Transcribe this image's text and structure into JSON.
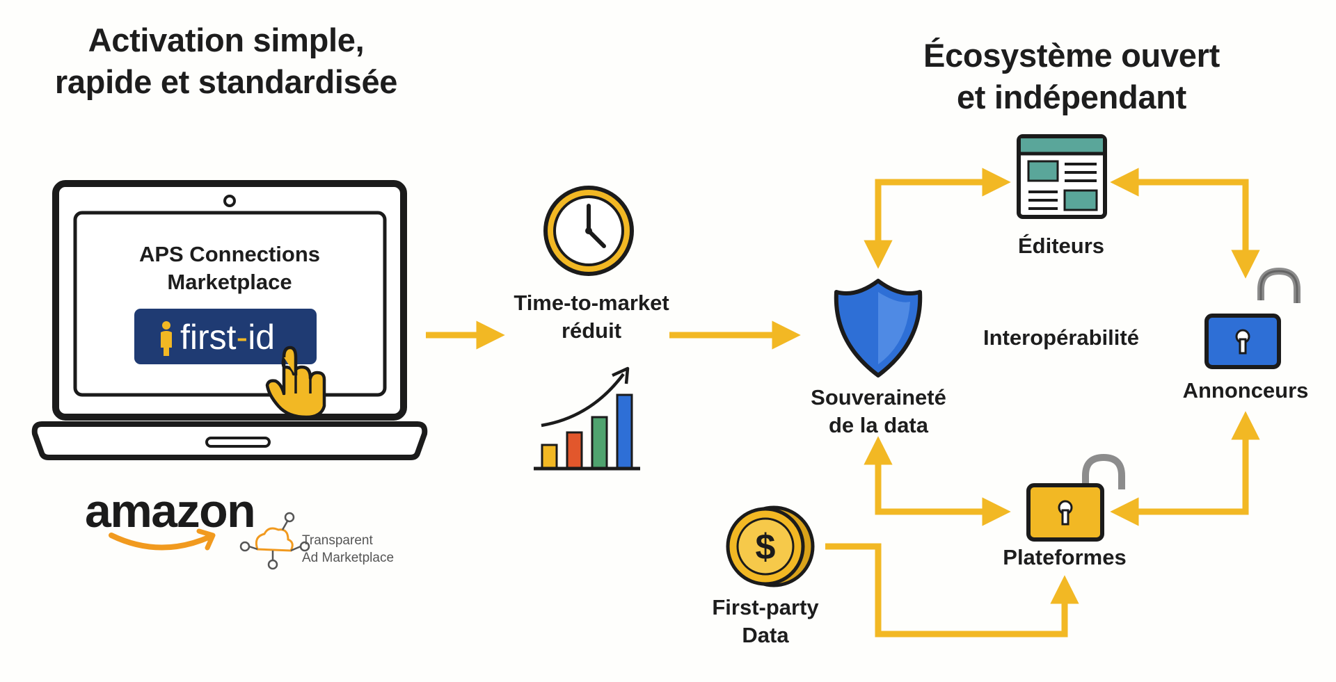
{
  "headings": {
    "left": [
      "Activation simple,",
      "rapide et standardisée"
    ],
    "right": [
      "Écosystème ouvert",
      "et indépendant"
    ]
  },
  "laptop": {
    "title": [
      "APS Connections",
      "Marketplace"
    ],
    "button_label_main": "first",
    "button_label_dash": "-",
    "button_label_id": "id"
  },
  "branding": {
    "amazon": "amazon",
    "tam": [
      "Transparent",
      "Ad Marketplace"
    ]
  },
  "middle": {
    "time_to_market": [
      "Time-to-market",
      "réduit"
    ]
  },
  "ecosystem": {
    "editeurs": "Éditeurs",
    "souverainete": [
      "Souveraineté",
      "de la data"
    ],
    "interoperabilite": "Interopérabilité",
    "annonceurs": "Annonceurs",
    "plateformes": "Plateformes",
    "first_party": [
      "First-party",
      "Data"
    ]
  },
  "icons": {
    "laptop": "laptop-icon",
    "hand": "pointing-hand-icon",
    "clock": "clock-icon",
    "growth": "bar-chart-growth-icon",
    "shield": "shield-icon",
    "publisher": "webpage-icon",
    "lock_open_blue": "open-padlock-icon",
    "lock_open_yellow": "open-padlock-icon",
    "coin": "dollar-coin-icon",
    "amazon_smile": "amazon-smile-icon",
    "tam_network": "cloud-network-icon"
  },
  "colors": {
    "arrow": "#f2b824",
    "blue": "#2e6fd6",
    "navy": "#1f3b73",
    "yellow": "#f2b824",
    "green": "#4fa36f",
    "red": "#e2572c",
    "amazon_orange": "#f19a1f"
  }
}
